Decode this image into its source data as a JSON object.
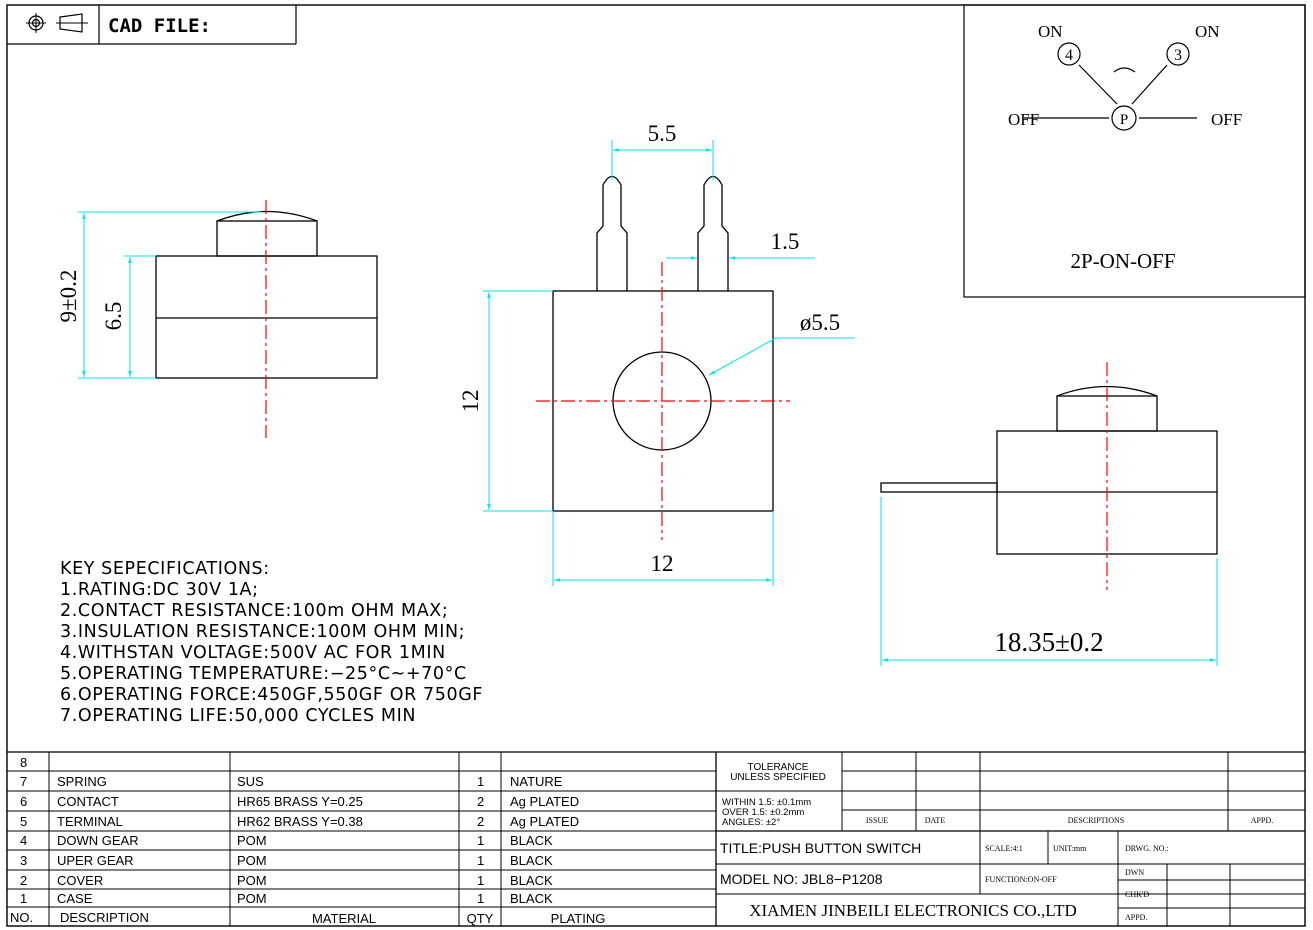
{
  "header": {
    "cad_label": "CAD FILE:"
  },
  "colors": {
    "line": "#000000",
    "dimension": "#00e5ee",
    "centerline": "#ff0000"
  },
  "icons": [
    "projection-target-icon",
    "projection-cone-icon"
  ],
  "dimensions": {
    "pin_spacing": "5.5",
    "pin_width": "1.5",
    "hole_diameter": "ø5.5",
    "body_height_front": "12",
    "body_width_front": "12",
    "total_height": "9±0.2",
    "body_height_side": "6.5",
    "overall_length": "18.35±0.2"
  },
  "circuit": {
    "on_left": "ON",
    "on_right": "ON",
    "off_left": "OFF",
    "off_right": "OFF",
    "node_4": "4",
    "node_3": "3",
    "node_p": "P",
    "caption": "2P-ON-OFF"
  },
  "specs": {
    "heading": "KEY SEPECIFICATIONS:",
    "lines": [
      "1.RATING:DC  30V 1A;",
      "2.CONTACT RESISTANCE:100m OHM MAX;",
      "3.INSULATION RESISTANCE:100M OHM MIN;",
      "4.WITHSTAN VOLTAGE:500V AC FOR 1MIN",
      "5.OPERATING TEMPERATURE:−25°C~+70°C",
      "6.OPERATING FORCE:450GF,550GF OR 750GF",
      "7.OPERATING LIFE:50,000 CYCLES MIN"
    ]
  },
  "bom": {
    "rows": [
      {
        "no": "8",
        "desc": "",
        "material": "",
        "qty": "",
        "plating": ""
      },
      {
        "no": "7",
        "desc": "SPRING",
        "material": "SUS",
        "qty": "1",
        "plating": "NATURE"
      },
      {
        "no": "6",
        "desc": "CONTACT",
        "material": "HR65 BRASS Y=0.25",
        "qty": "2",
        "plating": "Ag PLATED"
      },
      {
        "no": "5",
        "desc": "TERMINAL",
        "material": "HR62 BRASS Y=0.38",
        "qty": "2",
        "plating": "Ag PLATED"
      },
      {
        "no": "4",
        "desc": "DOWN GEAR",
        "material": "POM",
        "qty": "1",
        "plating": "BLACK"
      },
      {
        "no": "3",
        "desc": "UPER GEAR",
        "material": "POM",
        "qty": "1",
        "plating": "BLACK"
      },
      {
        "no": "2",
        "desc": "COVER",
        "material": "POM",
        "qty": "1",
        "plating": "BLACK"
      },
      {
        "no": "1",
        "desc": "CASE",
        "material": "POM",
        "qty": "1",
        "plating": "BLACK"
      }
    ],
    "header": {
      "no": "NO.",
      "desc": "DESCRIPTION",
      "material": "MATERIAL",
      "qty": "QTY",
      "plating": "PLATING"
    }
  },
  "title_block": {
    "tolerance_1": "TOLERANCE",
    "tolerance_2": "UNLESS SPECIFIED",
    "within": "WITHIN 1.5: ±0.1mm",
    "over": "OVER 1.5:  ±0.2mm",
    "angles": "ANGLES: ±2°",
    "issue": "ISSUE",
    "date": "DATE",
    "descriptions": "DESCRIPTIONS",
    "appd": "APPD.",
    "title": "TITLE:PUSH BUTTON SWITCH",
    "scale": "SCALE:4:1",
    "unit": "UNIT:mm",
    "drwg_no": "DRWG. NO.:",
    "model": "MODEL NO: JBL8−P1208",
    "function": "FUNCTION:ON-OFF",
    "dwn": "DWN",
    "chkd": "CHK'D",
    "appd2": "APPD.",
    "company": "XIAMEN JINBEILI ELECTRONICS CO.,LTD"
  }
}
